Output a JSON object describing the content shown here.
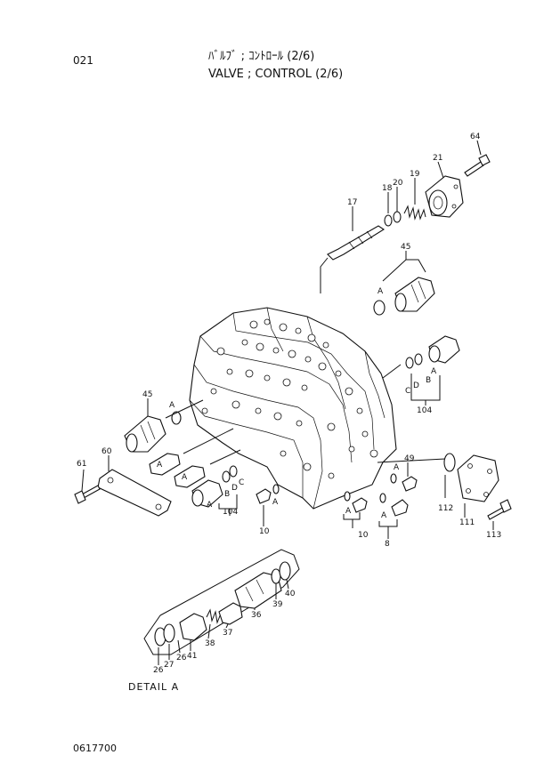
{
  "header": {
    "page_number": "021",
    "title_jp": "ﾊﾞﾙﾌﾞ ; ｺﾝﾄﾛｰﾙ (2/6)",
    "title_en": "VALVE ; CONTROL (2/6)"
  },
  "callouts": {
    "p64": "64",
    "p21": "21",
    "p19": "19",
    "p20": "20",
    "p18": "18",
    "p17": "17",
    "p45_top": "45",
    "p45_left": "45",
    "p60": "60",
    "p61": "61",
    "p104_right": "104",
    "p104_left": "104",
    "p49": "49",
    "p10_left": "10",
    "p10_right": "10",
    "p8": "8",
    "p112": "112",
    "p111": "111",
    "p113": "113",
    "p26a": "26",
    "p27": "27",
    "p26b": "26",
    "p41": "41",
    "p38": "38",
    "p37": "37",
    "p36": "36",
    "p39": "39",
    "p40": "40"
  },
  "port_letters": {
    "a": "A",
    "b": "B",
    "c": "C",
    "d": "D"
  },
  "detail_label": "DETAIL  A",
  "drawing_code": "0617700"
}
